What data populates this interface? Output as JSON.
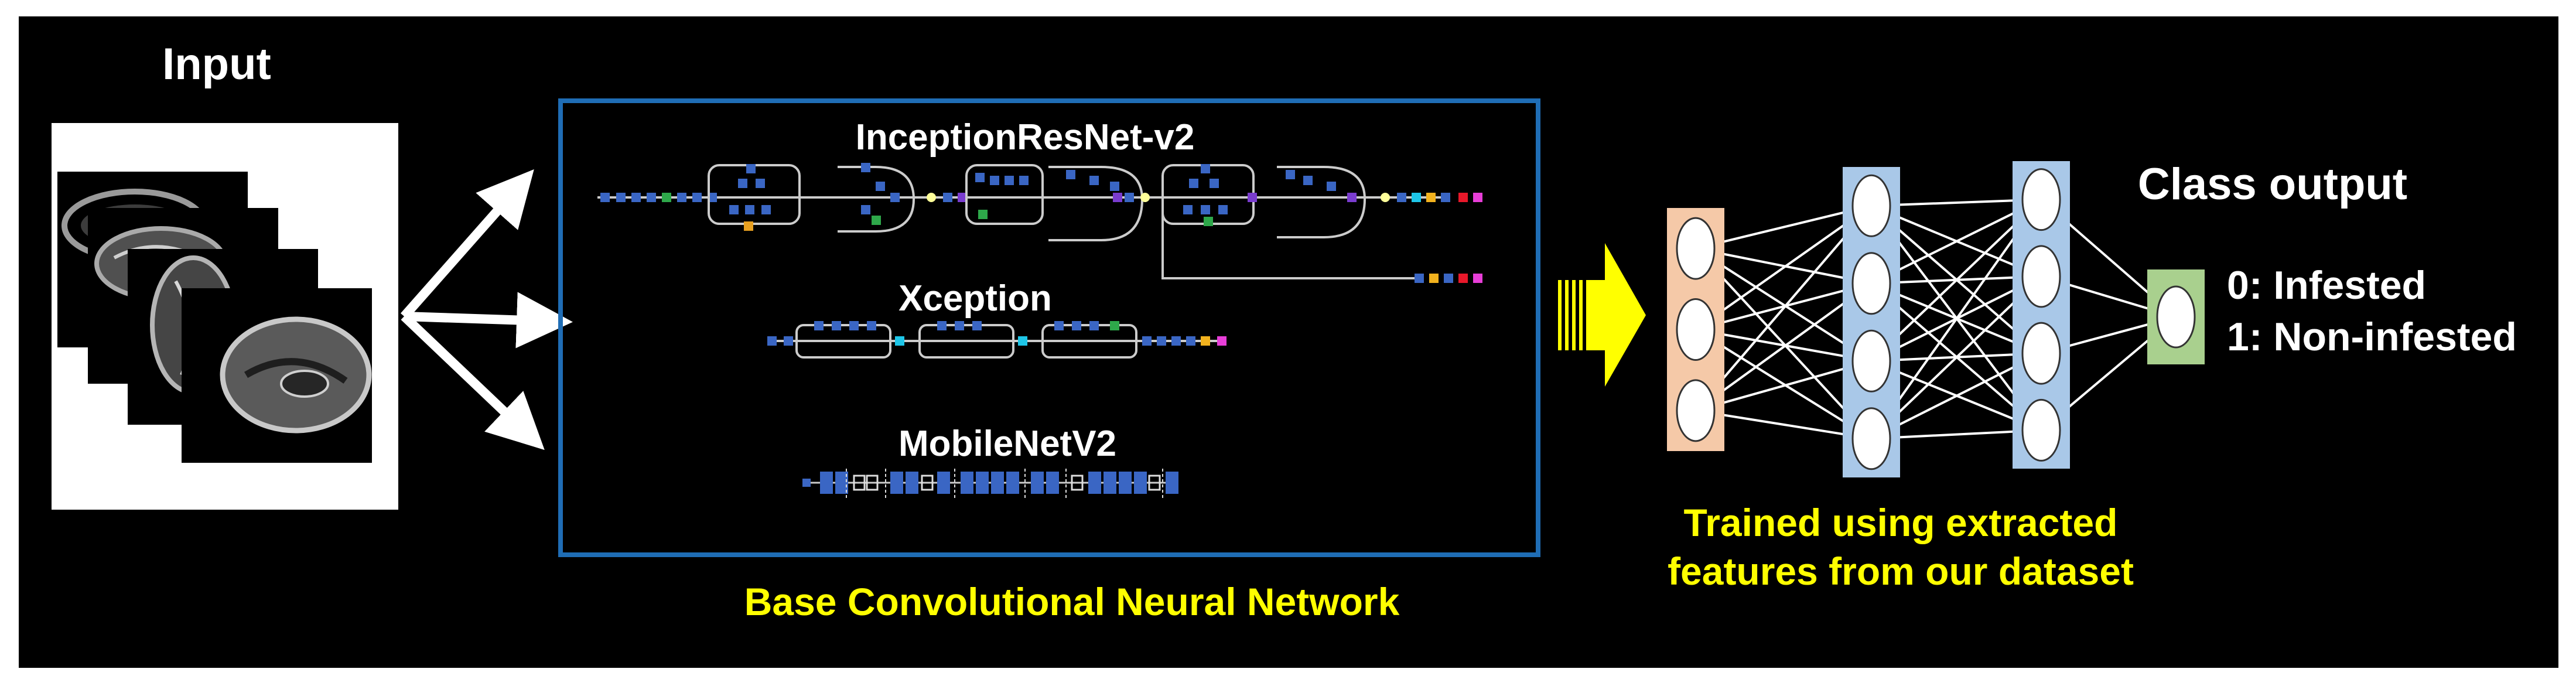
{
  "colors": {
    "background": "#000000",
    "accent_yellow": "#ffff00",
    "frame_blue": "#1f6db5",
    "node_blue": "#3a66c4",
    "input_layer": "#f5c9a8",
    "hidden_layer": "#a9c8e8",
    "output_layer": "#a9d08e"
  },
  "input": {
    "title": "Input"
  },
  "base_network": {
    "caption": "Base Convolutional Neural Network",
    "models": [
      {
        "name": "InceptionResNet-v2"
      },
      {
        "name": "Xception"
      },
      {
        "name": "MobileNetV2"
      }
    ]
  },
  "classifier": {
    "caption_line1": "Trained using extracted",
    "caption_line2": "features from our dataset",
    "layers": [
      {
        "kind": "input",
        "nodes": 3
      },
      {
        "kind": "hidden",
        "nodes": 4
      },
      {
        "kind": "hidden",
        "nodes": 4
      },
      {
        "kind": "output",
        "nodes": 1
      }
    ]
  },
  "output": {
    "title": "Class output",
    "classes": [
      "0: Infested",
      "1: Non-infested"
    ]
  }
}
